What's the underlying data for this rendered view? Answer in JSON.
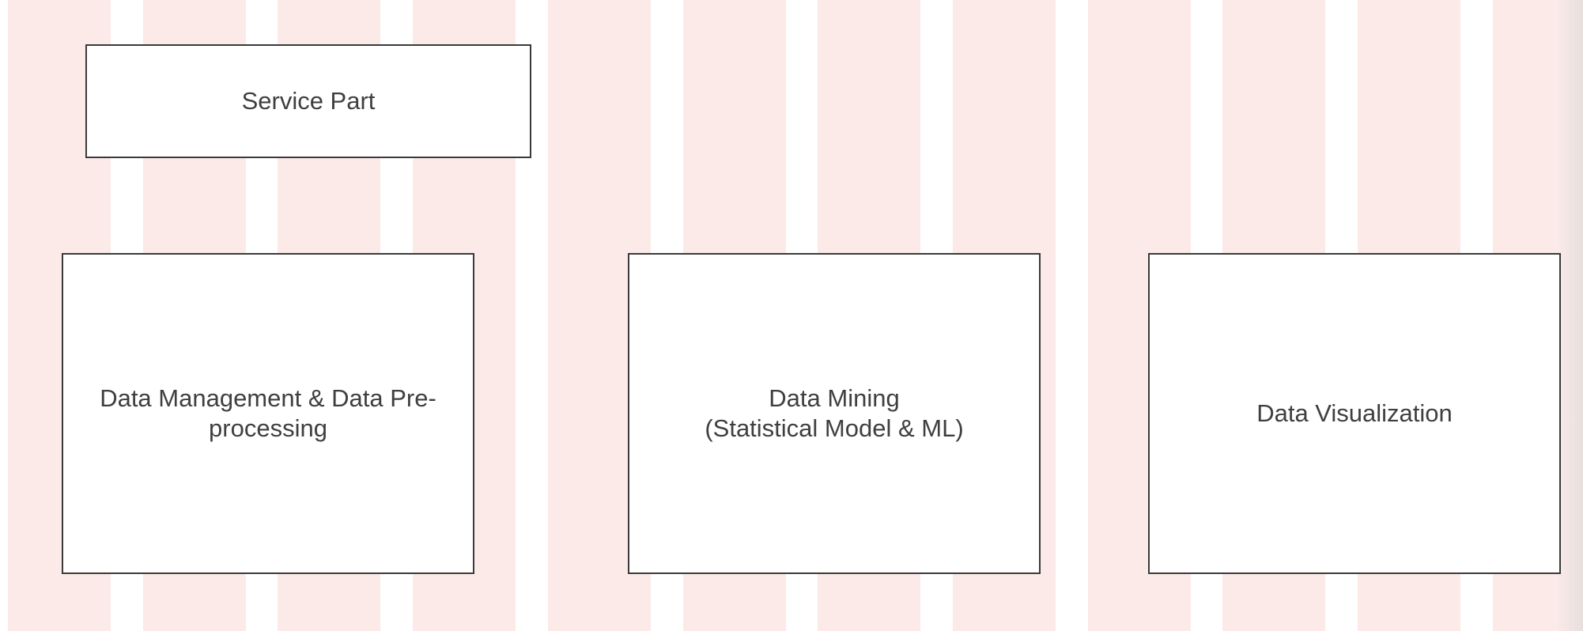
{
  "diagram": {
    "background_stripe_color": "#fbeae8",
    "box_border_color": "#3a3a3a",
    "text_color": "#3f3f3f",
    "boxes": {
      "service_part": "Service Part",
      "data_management": "Data Management & Data Pre-\nprocessing",
      "data_mining": "Data Mining\n(Statistical Model & ML)",
      "data_visualization": "Data Visualization"
    }
  }
}
